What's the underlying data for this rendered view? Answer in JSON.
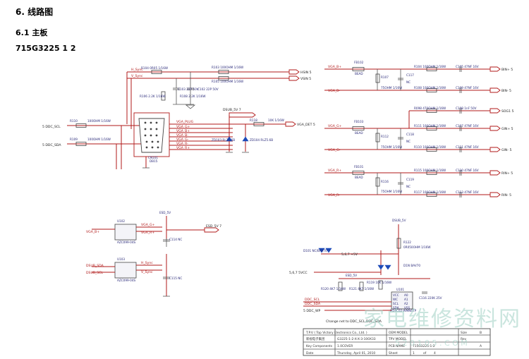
{
  "headings": {
    "section": "6. 线路图",
    "subsection": "6.1 主板",
    "board_id": "715G3225   1   2"
  },
  "connector": {
    "ref": "CN101",
    "type": "DB15"
  },
  "hv_block": {
    "h_sync": "H_Sync",
    "v_sync": "V_Sync",
    "r_top": "R104   0R05 1/16W",
    "r_top2": "R103   100OHM 1/16W",
    "r_top3": "R105   100OHM 1/16W",
    "hsin": "HSIN   5",
    "vsin": "VSIN   5",
    "c1": "C103 22P 50V",
    "c2": "C102 22P 50V",
    "r106": "R106 2.2K 1/16W",
    "r108": "R108 2.2K 1/16W"
  },
  "ddc_block": {
    "scl_net": "5  DDC_SCL",
    "sda_net": "5  DDC_SDA",
    "r110": "R110",
    "r110v": "100OHM 1/16W",
    "r109": "R109",
    "r109v": "100OHM 1/16W",
    "dsub5v": "DSUB_5V   7",
    "r118": "R118",
    "r118v": "10K 1/16W",
    "vga_det": "VGA_DET  5",
    "zd1": "ZD103 RLZ5.6B",
    "zd2": "ZD104 RLZ5.6B",
    "pins": [
      "VGA_PLUG",
      "VGA_G+",
      "VGA_B+",
      "VGA_B-",
      "VGA_G-",
      "VGA_R-",
      "VGA_R+"
    ]
  },
  "rgb_block": {
    "channels": [
      {
        "net": "VGA_B+",
        "neg": "VGA_B-",
        "fb": "FB102",
        "bead": "BEAD",
        "r": "R107",
        "rv": "75OHM 1/16W",
        "c": "C117",
        "cv": "NC",
        "out1": "BIN+ 5",
        "out2": "BIN- 5",
        "rc1": "R104 100OHM 1/16W",
        "rc2": "R108 100OHM 1/16W",
        "cc1": "C105 47NF 16V",
        "cc2": "C109 47NF 16V"
      },
      {
        "net": "VGA_G+",
        "neg": "VGA_G-",
        "fb": "FB103",
        "bead": "BEAD",
        "r": "R112",
        "rv": "75OHM 1/16W",
        "c": "C118",
        "cv": "NC",
        "out0": "SOG1 5",
        "out1": "GIN+ 5",
        "out2": "GIN- 5",
        "rc0": "R098 470OHM 1/16W",
        "rc1": "R111 100OHM 1/16W",
        "rc2": "R110 100OHM 1/16W",
        "cc0": "C108 1nF 50V",
        "cc1": "C107 47NF 16V",
        "cc2": "C111 47NF 16V"
      },
      {
        "net": "VGA_R+",
        "neg": "VGA_R-",
        "fb": "FB101",
        "bead": "BEAD",
        "r": "R116",
        "rv": "75OHM 1/16W",
        "c": "C119",
        "cv": "NC",
        "out1": "RIN+ 5",
        "out2": "RIN- 5",
        "rc1": "R115 100OHM 1/16W",
        "rc2": "R117 100OHM 1/16W",
        "cc1": "C110 47NF 16V",
        "cc2": "C113 47NF 16V"
      }
    ]
  },
  "esd_block": {
    "u102": "U102",
    "u102p": "AZC099-04S",
    "u103": "U103",
    "u103p": "AZC099-04S",
    "esd5v": "ESD_5V",
    "esd5v_out": "ESD_5V  7",
    "n1": "VGA_B+",
    "n2": "VGA_R+",
    "n3": "VGA_G+",
    "n4": "VGA_R+",
    "n5": "DSUB_SDA",
    "n6": "DSUB_SCL",
    "n7": "H_Sync",
    "n8": "V_Sync",
    "c114": "C114 NC",
    "c115": "C115 NC"
  },
  "eeprom_block": {
    "dsub5v": "DSUB_5V",
    "r122": "R122",
    "r122v": "0R050OHM 1/16W",
    "d101": "D101 NC/BAV70",
    "d1n": "D1N BAV70",
    "plus5v": "5,6,7  +5V",
    "svcc": "5,6,7  5VCC",
    "esd5v": "ESD_5V",
    "r120": "R120 4K7 1/16W",
    "r121": "R121 4K7 1/16W",
    "r119": "R119 10K 1/16W",
    "u101": "U101",
    "u101p": "M24C02-WMN6TP",
    "c116": "C116 220K 25V",
    "ddc_scl": "DDC_SCL",
    "ddc_sda": "DDC_SDA",
    "ddc_wp": "5  DDC_WP",
    "note": "Change net to DDC_SCL,DDC_SDA",
    "chip_pins": [
      "VCC",
      "WC",
      "SCL",
      "SDA",
      "A0",
      "A1",
      "A2",
      "VSS"
    ]
  },
  "title_block": {
    "r1": [
      "T.P.V  ( Top Victory Electronics Co., Ltd. )",
      "OEM MODEL",
      "Size",
      "B"
    ],
    "r2": [
      "新视电子集团",
      "G3225-1-2-X-X-3-100X33",
      "TPV MODEL",
      "Rev",
      ""
    ],
    "r3": [
      "Key Components",
      "1.0COVER",
      "PCB NAME",
      "715G3225-1-2",
      "A"
    ],
    "r4": [
      "Date",
      "Thursday, April 01, 2010",
      "Sheet",
      "1",
      "of",
      "4"
    ]
  },
  "watermark": {
    "text": "家电维修资料网",
    "sub": "5 2 0 1 0 5 . C O M"
  }
}
